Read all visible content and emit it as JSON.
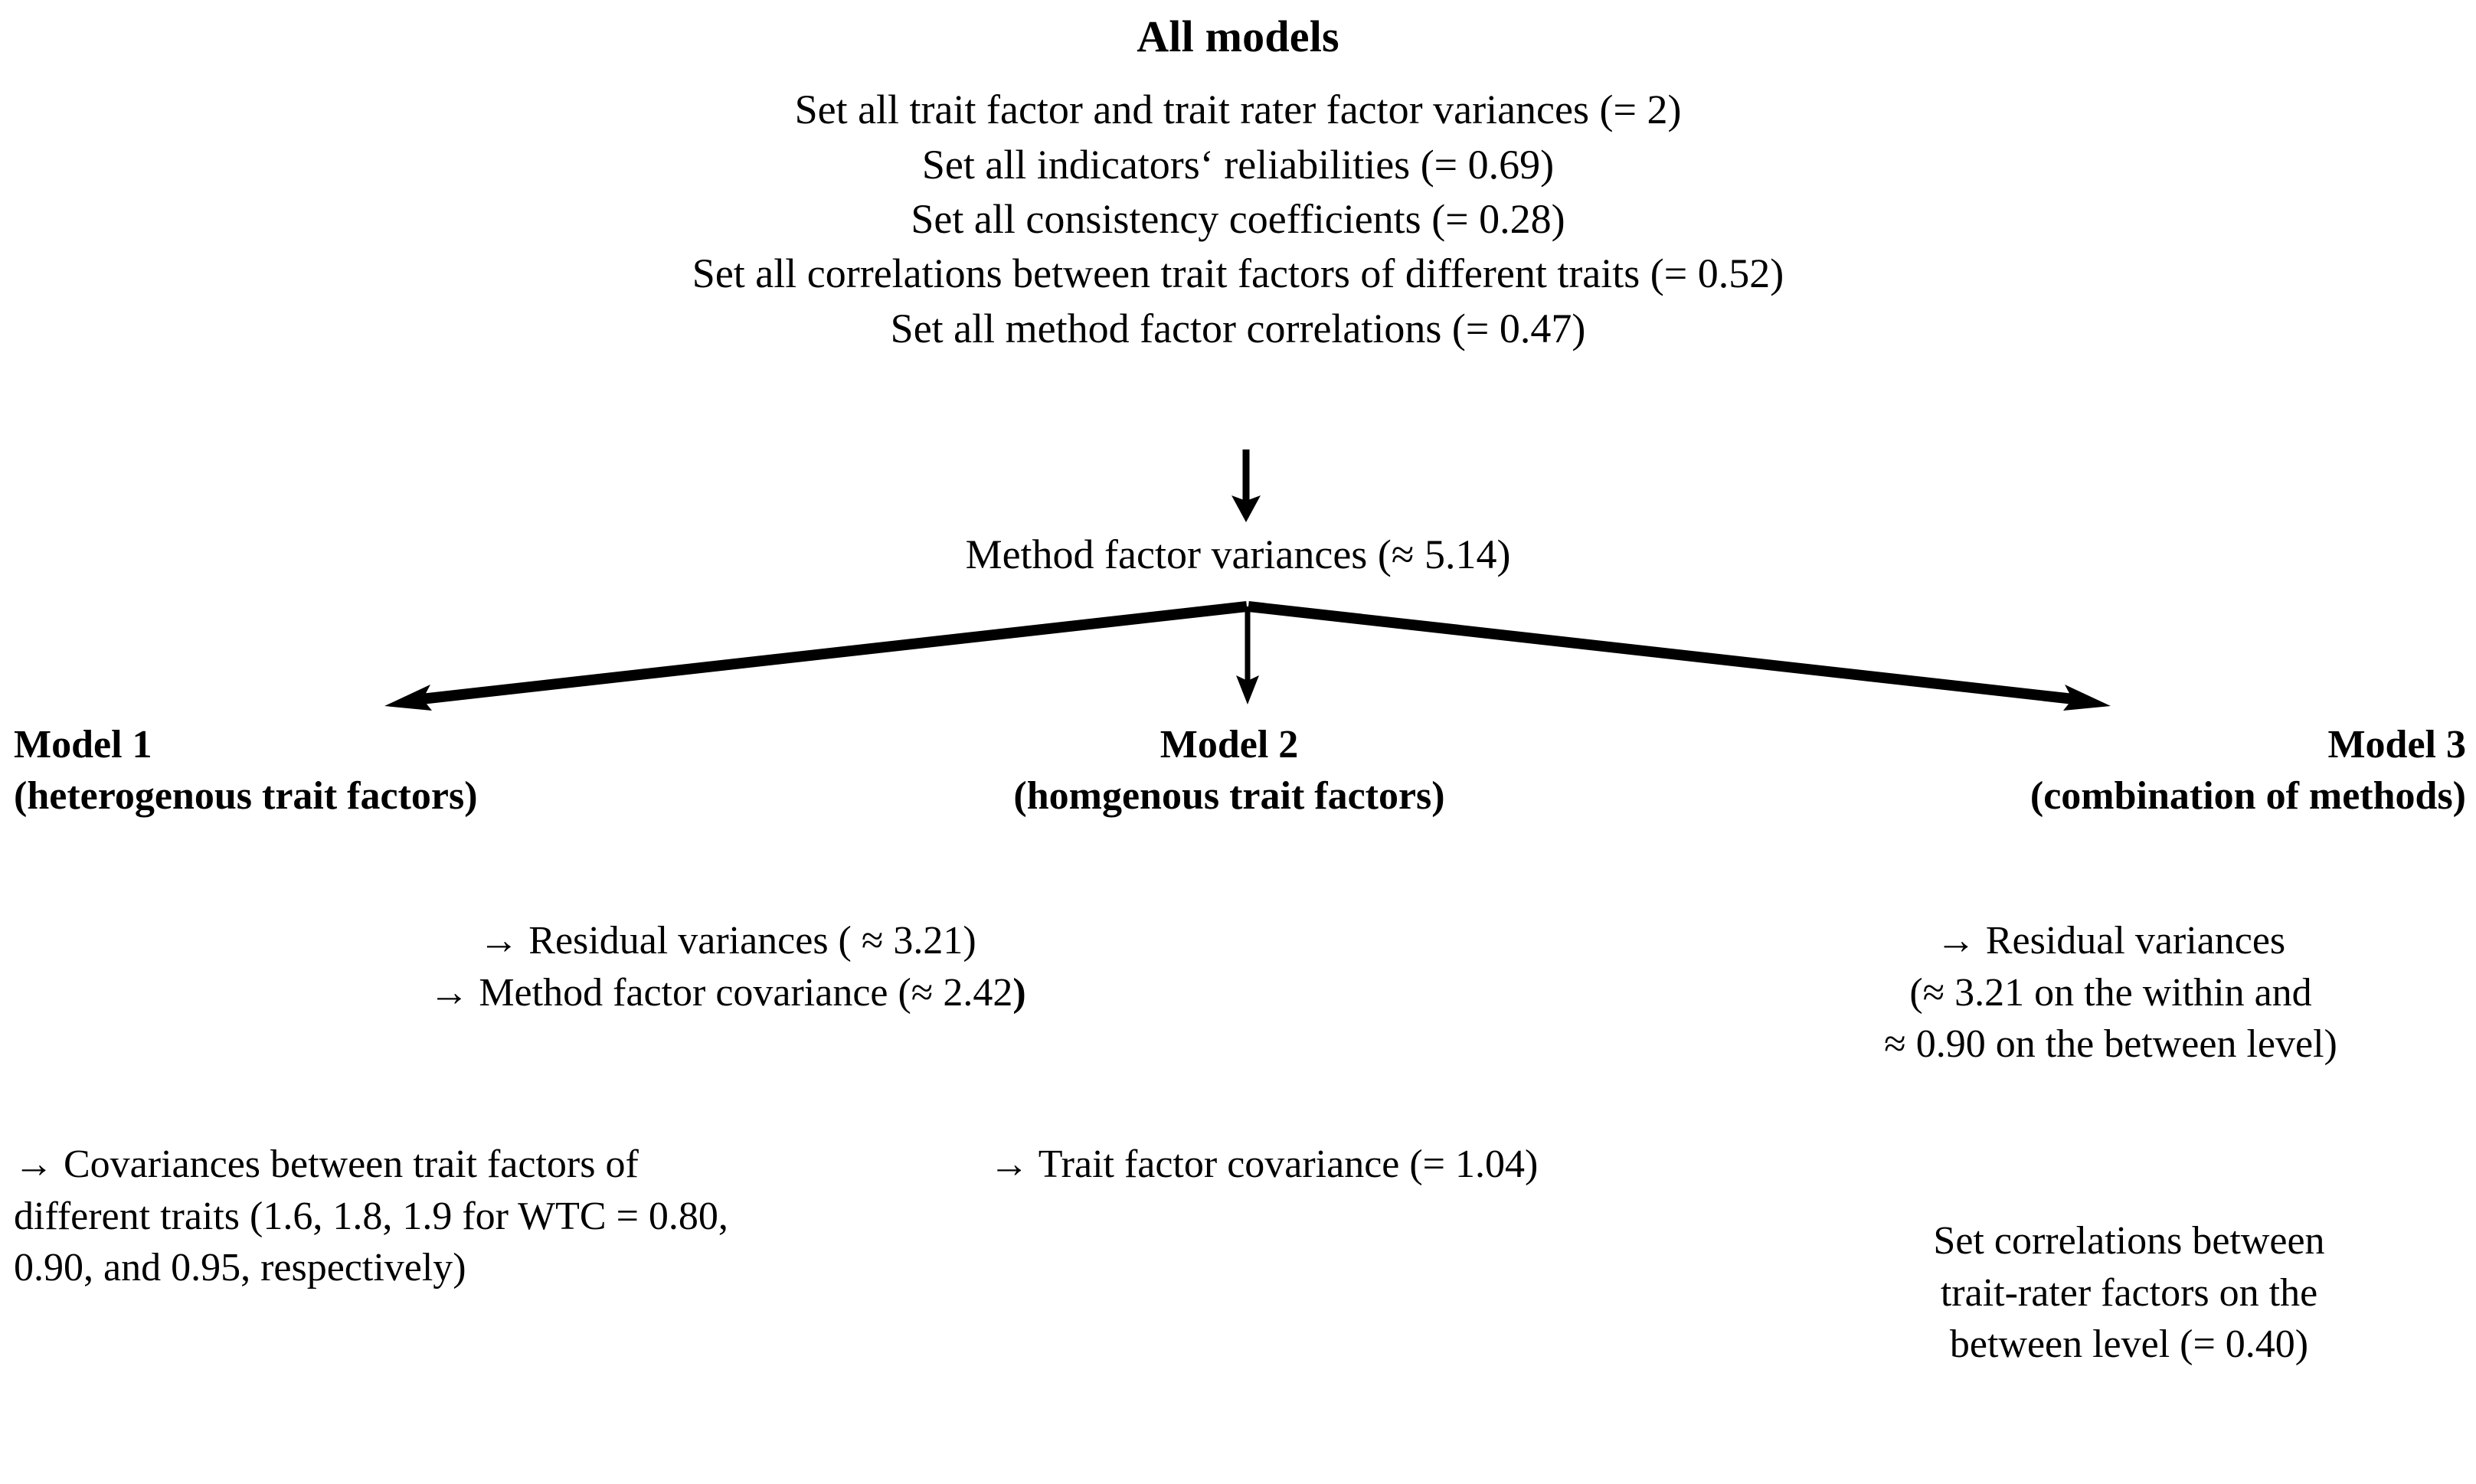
{
  "top": {
    "title": "All models",
    "conditions": [
      "Set all trait factor and trait rater factor variances (= 2)",
      "Set all indicators‘ reliabilities (= 0.69)",
      "Set all consistency coefficients (= 0.28)",
      "Set all correlations between trait factors of different traits (= 0.52)",
      "Set all method factor correlations (= 0.47)"
    ]
  },
  "method_factor_variances": "Method factor variances (≈ 5.14)",
  "models": {
    "model1": {
      "name": "Model 1",
      "subtitle": "(heterogenous trait factors)"
    },
    "model2": {
      "name": "Model 2",
      "subtitle": "(homgenous trait factors)"
    },
    "model3": {
      "name": "Model 3",
      "subtitle": "(combination of methods)"
    }
  },
  "notes": {
    "center_upper": [
      "→ Residual variances ( ≈  3.21)",
      "→ Method factor covariance (≈ 2.42",
      ")"
    ],
    "right_upper": [
      "→ Residual variances",
      "(≈ 3.21 on the within and",
      "≈ 0.90 on the between level)"
    ],
    "left_lower": "→ Covariances between trait factors of different traits (1.6, 1.8, 1.9 for WTC = 0.80, 0.90, and 0.95, respectively)",
    "center_lower": "→ Trait factor covariance (= 1.04)",
    "right_lower": [
      "Set correlations between",
      "trait-rater factors on the",
      "between level (= 0.40)"
    ]
  },
  "icons": {
    "arrow_down_1": "arrow-down-icon",
    "branch_left": "arrow-down-left-icon",
    "branch_center": "arrow-down-icon",
    "branch_right": "arrow-down-right-icon"
  },
  "colors": {
    "ink": "#000000",
    "background": "#ffffff"
  }
}
